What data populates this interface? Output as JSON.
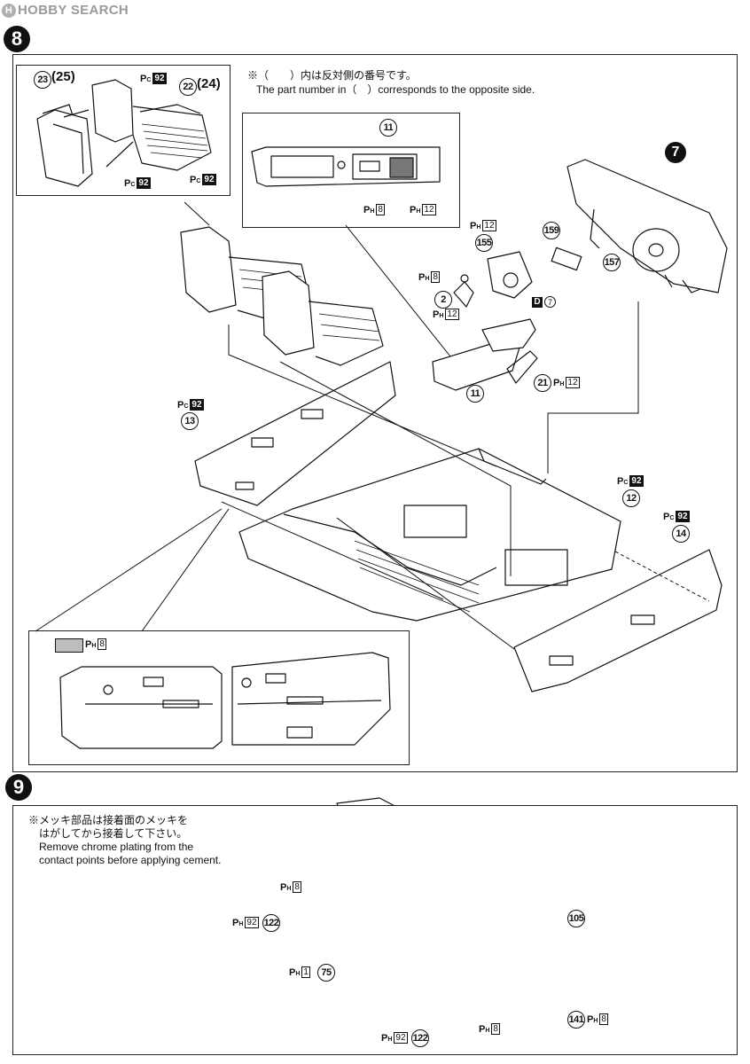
{
  "watermark": {
    "logo": "H",
    "text": "HOBBY SEARCH"
  },
  "step8": {
    "number": "8",
    "note_jp": "※（　　）内は反対側の番号です。",
    "note_en": "The part number in（　）corresponds to the opposite side.",
    "seat_parts": {
      "left": "23",
      "left_opp": "25",
      "right": "22",
      "right_opp": "24"
    },
    "console_detail_part": "11",
    "dash_step": "7",
    "parts": {
      "p155": "155",
      "p2": "2",
      "p11": "11",
      "p21": "21",
      "p159": "159",
      "p157": "157",
      "p13": "13",
      "p12": "12",
      "p14": "14"
    },
    "color_prefix_c": "P",
    "color_prefix_h": "P",
    "sub_c": "C",
    "sub_h": "H",
    "codes": {
      "c92": "92",
      "h8": "8",
      "h12": "12",
      "d_badge": "D",
      "d_num": "7"
    },
    "door_detail_swatch_code": "8"
  },
  "step9": {
    "number": "9",
    "note_jp_1": "※メッキ部品は接着面のメッキを",
    "note_jp_2": "はがしてから接着して下さい。",
    "note_en_1": "Remove chrome plating from the",
    "note_en_2": "contact points before applying cement.",
    "parts": {
      "p105": "105",
      "p122a": "122",
      "p75": "75",
      "p122b": "122",
      "p141": "141"
    },
    "codes": {
      "h8": "8",
      "h92": "92",
      "h1": "1"
    }
  }
}
